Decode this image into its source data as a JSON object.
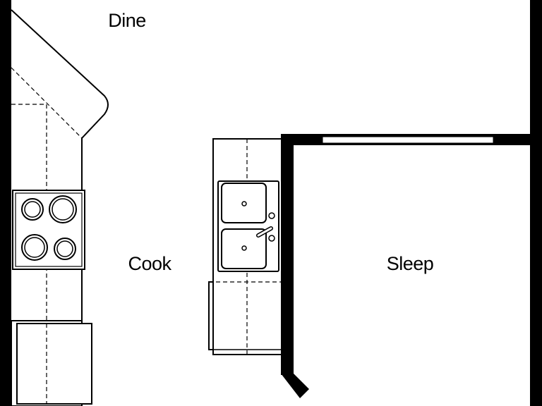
{
  "plan": {
    "rooms": [
      {
        "id": "dine",
        "label": "Dine"
      },
      {
        "id": "cook",
        "label": "Cook"
      },
      {
        "id": "sleep",
        "label": "Sleep"
      }
    ],
    "colors": {
      "line": "#000000",
      "background": "#ffffff"
    }
  }
}
